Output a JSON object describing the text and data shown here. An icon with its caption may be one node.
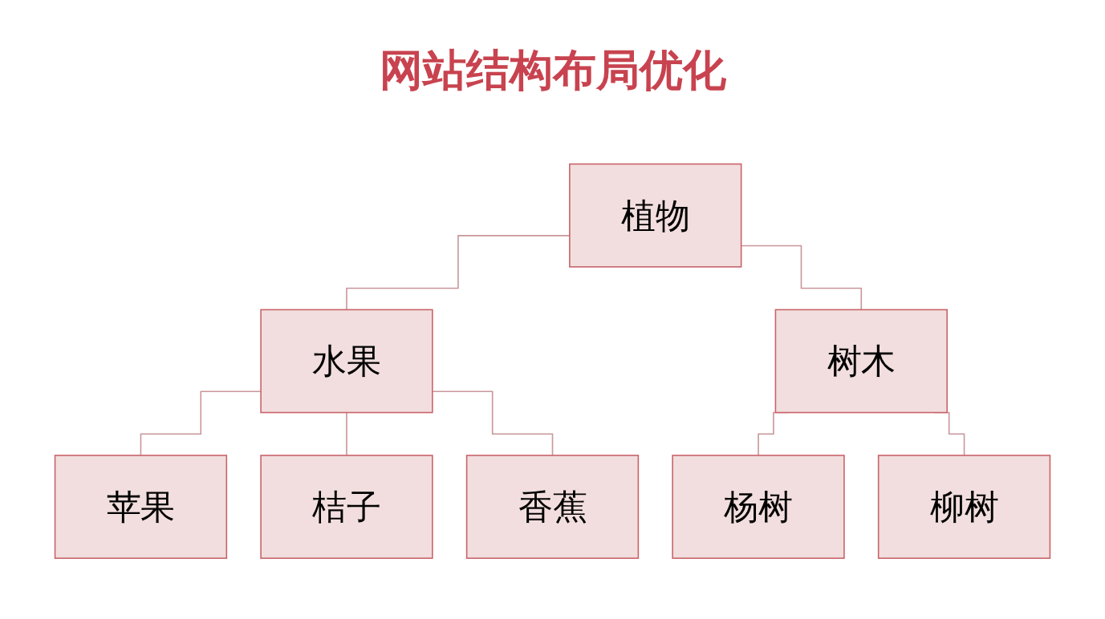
{
  "diagram": {
    "title": "网站结构布局优化",
    "nodes": [
      {
        "text": [
          "植物"
        ]
      },
      {
        "text": [
          "水果"
        ]
      },
      {
        "text": [
          "树木"
        ]
      },
      {
        "text": [
          "苹果"
        ]
      },
      {
        "text": [
          "桔子"
        ]
      },
      {
        "text": [
          "香蕉"
        ]
      },
      {
        "text": [
          "杨树"
        ]
      },
      {
        "text": [
          "柳树"
        ]
      }
    ],
    "edges": [
      {
        "from": 0,
        "to": 1,
        "arrow": "none"
      },
      {
        "from": 0,
        "to": 2,
        "arrow": "none"
      },
      {
        "from": 1,
        "to": 3,
        "arrow": "none"
      },
      {
        "from": 1,
        "to": 4,
        "arrow": "none"
      },
      {
        "from": 1,
        "to": 5,
        "arrow": "none"
      },
      {
        "from": 2,
        "to": 6,
        "arrow": "none"
      },
      {
        "from": 2,
        "to": 7,
        "arrow": "none"
      }
    ]
  }
}
